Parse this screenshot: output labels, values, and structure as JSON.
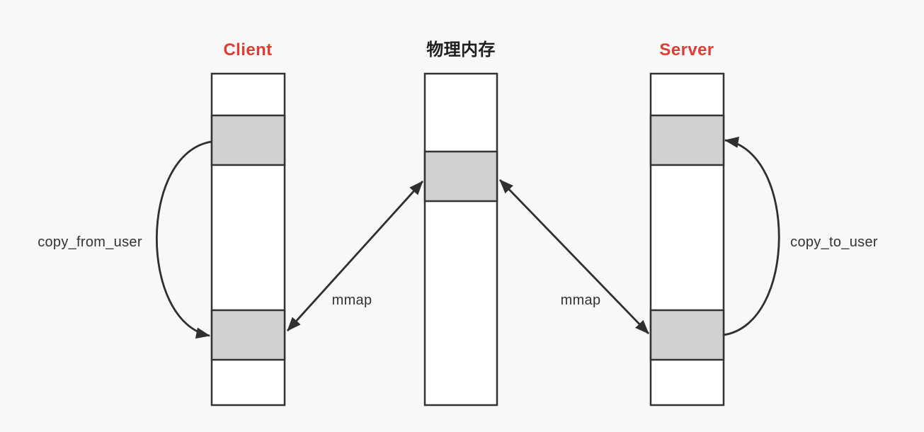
{
  "diagram": {
    "colors": {
      "background": "#f8f8f8",
      "accent_red": "#e13c31",
      "segment_fill": "#d1d1d1",
      "stroke": "#333333",
      "text": "#333333"
    },
    "titles": {
      "client": "Client",
      "physical_memory": "物理内存",
      "server": "Server"
    },
    "labels": {
      "copy_from_user": "copy_from_user",
      "copy_to_user": "copy_to_user",
      "mmap_left": "mmap",
      "mmap_right": "mmap"
    }
  }
}
